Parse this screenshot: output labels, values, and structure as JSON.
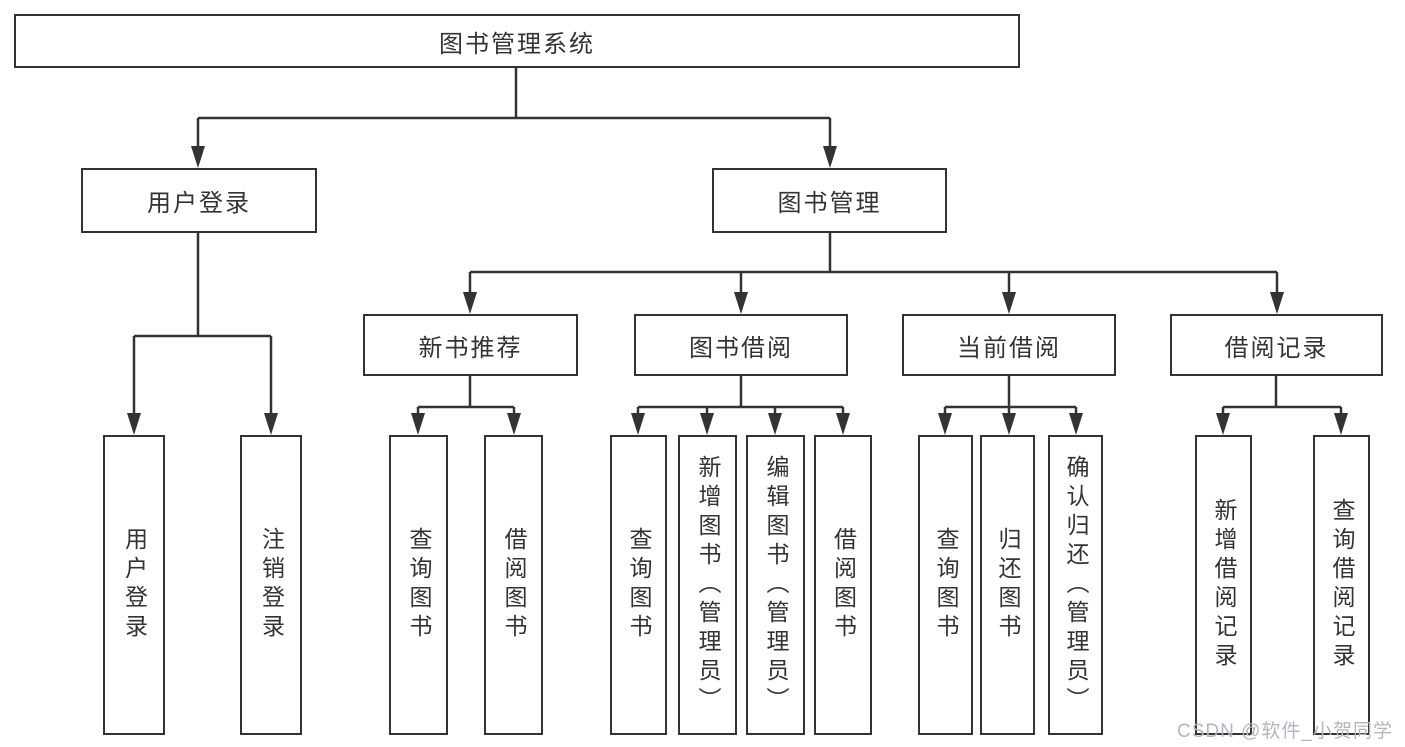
{
  "diagram": {
    "root": "图书管理系统",
    "level2": {
      "user_login": "用户登录",
      "book_management": "图书管理"
    },
    "level3": {
      "new_book_recommend": "新书推荐",
      "book_borrow": "图书借阅",
      "current_borrow": "当前借阅",
      "borrow_record": "借阅记录"
    },
    "leaves": {
      "user_login": "用户登录",
      "logout": "注销登录",
      "nb_query_book": "查询图书",
      "nb_borrow_book": "借阅图书",
      "bb_query_book": "查询图书",
      "bb_add_book_admin": "新增图书（管理员）",
      "bb_edit_book_admin": "编辑图书（管理员）",
      "bb_borrow_book": "借阅图书",
      "cb_query_book": "查询图书",
      "cb_return_book": "归还图书",
      "cb_confirm_return_admin": "确认归还（管理员）",
      "br_add_record": "新增借阅记录",
      "br_query_record": "查询借阅记录"
    }
  },
  "watermark": "CSDN @软件_小贺同学",
  "colors": {
    "line": "#333333",
    "text": "#333333",
    "watermark": "#b5b5bf",
    "background": "#ffffff"
  }
}
